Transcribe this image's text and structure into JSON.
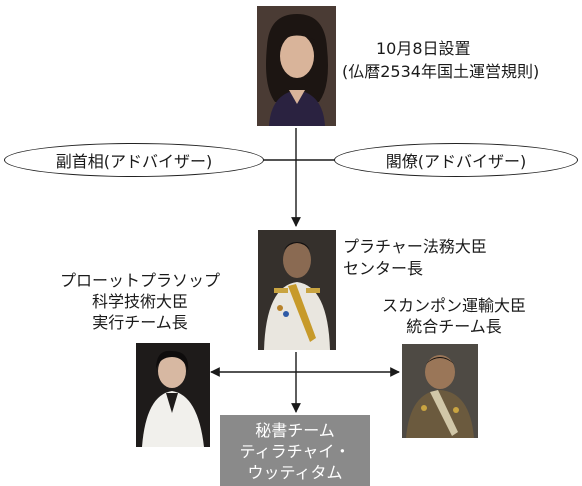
{
  "top_person": {
    "note_line1": "10月8日設置",
    "note_line2": "(仏暦2534年国土運営規則)",
    "photo_icon": "portrait-photo"
  },
  "advisors": {
    "left_label": "副首相(アドバイザー)",
    "right_label": "閣僚(アドバイザー)"
  },
  "center_head": {
    "line1": "プラチャー法務大臣",
    "line2": "センター長",
    "photo_icon": "portrait-photo"
  },
  "left_member": {
    "line1": "プローットプラソップ",
    "line2": "科学技術大臣",
    "line3": "実行チーム長",
    "photo_icon": "portrait-photo"
  },
  "right_member": {
    "line1": "スカンポン運輸大臣",
    "line2": "統合チーム長",
    "photo_icon": "portrait-photo"
  },
  "secretary": {
    "line1": "秘書チーム",
    "line2": "ティラチャイ・",
    "line3": "ウッティタム"
  },
  "colors": {
    "line": "#1a1a1a",
    "secretary_box": "#8a8a8a",
    "secretary_text": "#ffffff"
  }
}
